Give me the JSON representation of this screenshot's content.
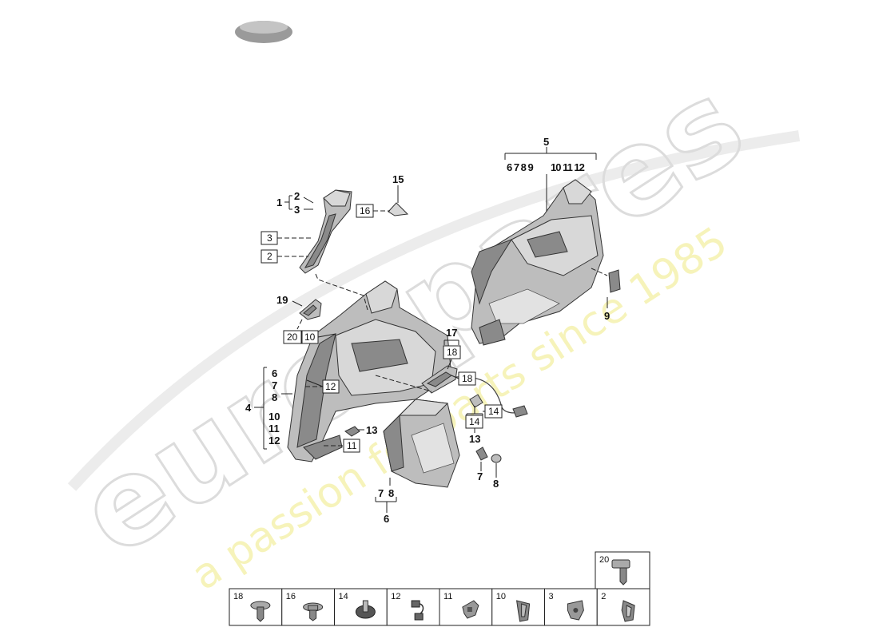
{
  "callouts": {
    "n1": "1",
    "n2a": "2",
    "n3a": "3",
    "n15": "15",
    "n16": "16",
    "n3box": "3",
    "n2box": "2",
    "n5": "5",
    "n5subs_left": "6 7 8 9",
    "n5subs_right": "10 11 12",
    "n19": "19",
    "n20box": "20",
    "n10box": "10",
    "n17": "17",
    "n18a": "18",
    "n18box": "18",
    "n4": "4",
    "n4_6": "6",
    "n4_7": "7",
    "n4_8": "8",
    "n4_10": "10",
    "n4_11": "11",
    "n4_12": "12",
    "n12box": "12",
    "n13a": "13",
    "n11box": "11",
    "n14box_a": "14",
    "n14box_b": "14",
    "n13b": "13",
    "n7a": "7",
    "n8a": "8",
    "n9": "9",
    "n6_7": "7",
    "n6_8": "8",
    "n6": "6"
  },
  "fastener_strip": [
    {
      "num": "18",
      "icon": "screw-flat-head-icon"
    },
    {
      "num": "16",
      "icon": "screw-flange-icon"
    },
    {
      "num": "14",
      "icon": "push-rivet-icon"
    },
    {
      "num": "12",
      "icon": "cable-connector-icon"
    },
    {
      "num": "11",
      "icon": "bracket-clip-icon"
    },
    {
      "num": "10",
      "icon": "spring-clip-icon"
    },
    {
      "num": "3",
      "icon": "trim-clip-icon"
    },
    {
      "num": "2",
      "icon": "trim-clip-small-icon"
    }
  ],
  "fastener_top": {
    "num": "20",
    "icon": "screw-long-icon"
  },
  "watermark": {
    "brand": "eurospares",
    "tagline": "a passion for parts since 1985"
  }
}
